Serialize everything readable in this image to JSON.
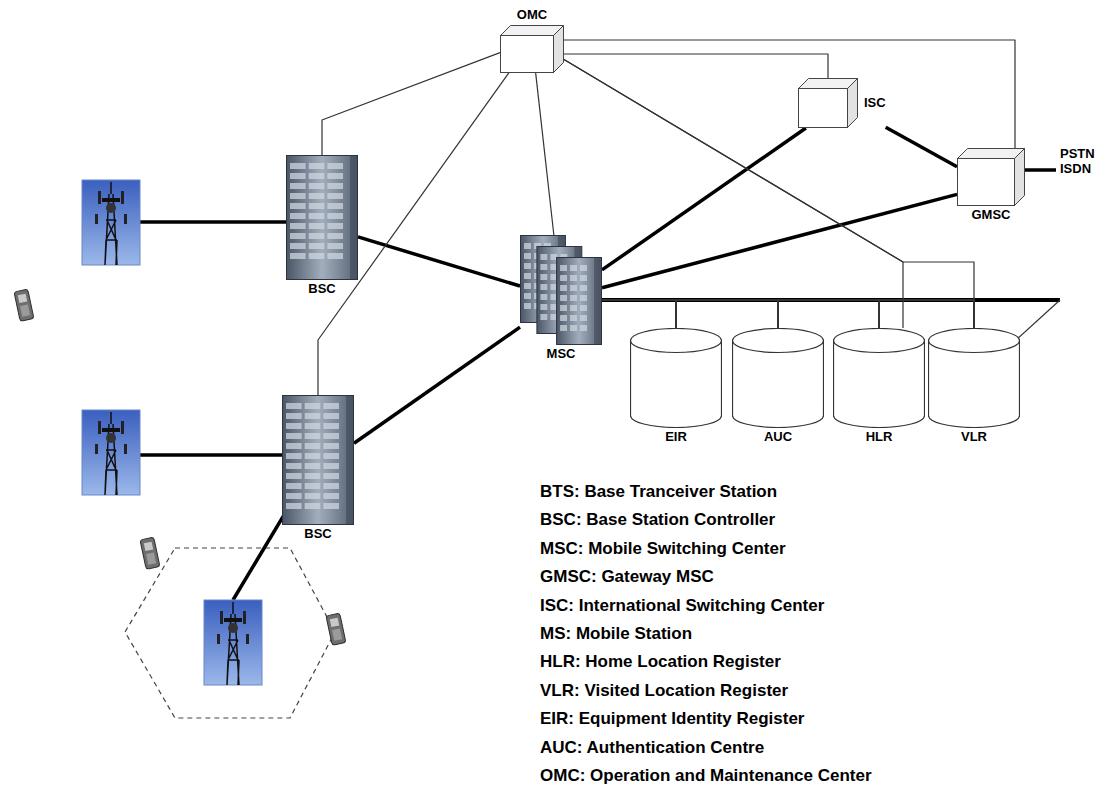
{
  "diagram": {
    "nodes": [
      {
        "text": [
          "OMC"
        ]
      },
      {
        "text": [
          "ISC"
        ]
      },
      {
        "text": [
          "GMSC"
        ]
      },
      {
        "text": [
          "BSC"
        ]
      },
      {
        "text": [
          "MSC"
        ]
      },
      {
        "text": [
          "BSC"
        ]
      },
      {
        "text": [
          "EIR"
        ]
      },
      {
        "text": [
          "AUC"
        ]
      },
      {
        "text": [
          "HLR"
        ]
      },
      {
        "text": [
          "VLR"
        ]
      }
    ],
    "edges": [
      {
        "from": 3,
        "to": 4,
        "arrow": "none"
      },
      {
        "from": 5,
        "to": 4,
        "arrow": "none"
      },
      {
        "from": 4,
        "to": 1,
        "arrow": "none"
      },
      {
        "from": 4,
        "to": 2,
        "arrow": "none"
      },
      {
        "from": 1,
        "to": 2,
        "arrow": "none"
      },
      {
        "from": 4,
        "to": 6,
        "arrow": "none"
      },
      {
        "from": 4,
        "to": 7,
        "arrow": "none"
      },
      {
        "from": 4,
        "to": 8,
        "arrow": "none"
      },
      {
        "from": 4,
        "to": 9,
        "arrow": "none"
      },
      {
        "from": 0,
        "to": 3,
        "arrow": "none"
      },
      {
        "from": 0,
        "to": 5,
        "arrow": "none"
      },
      {
        "from": 0,
        "to": 4,
        "arrow": "none"
      },
      {
        "from": 0,
        "to": 1,
        "arrow": "none"
      },
      {
        "from": 0,
        "to": 2,
        "arrow": "none"
      },
      {
        "from": 0,
        "to": 8,
        "arrow": "none"
      },
      {
        "from": 0,
        "to": 9,
        "arrow": "none"
      }
    ],
    "labels": [
      "PSTN ISDN",
      "BTS: Base Tranceiver Station",
      "BSC: Base Station Controller",
      "MSC: Mobile Switching Center",
      "GMSC: Gateway MSC",
      "ISC: International Switching Center",
      "MS: Mobile Station",
      "HLR: Home Location Register",
      "VLR: Visited Location Register",
      "EIR: Equipment Identity Register",
      "AUC: Authentication Centre",
      "OMC: Operation and Maintenance Center"
    ]
  }
}
